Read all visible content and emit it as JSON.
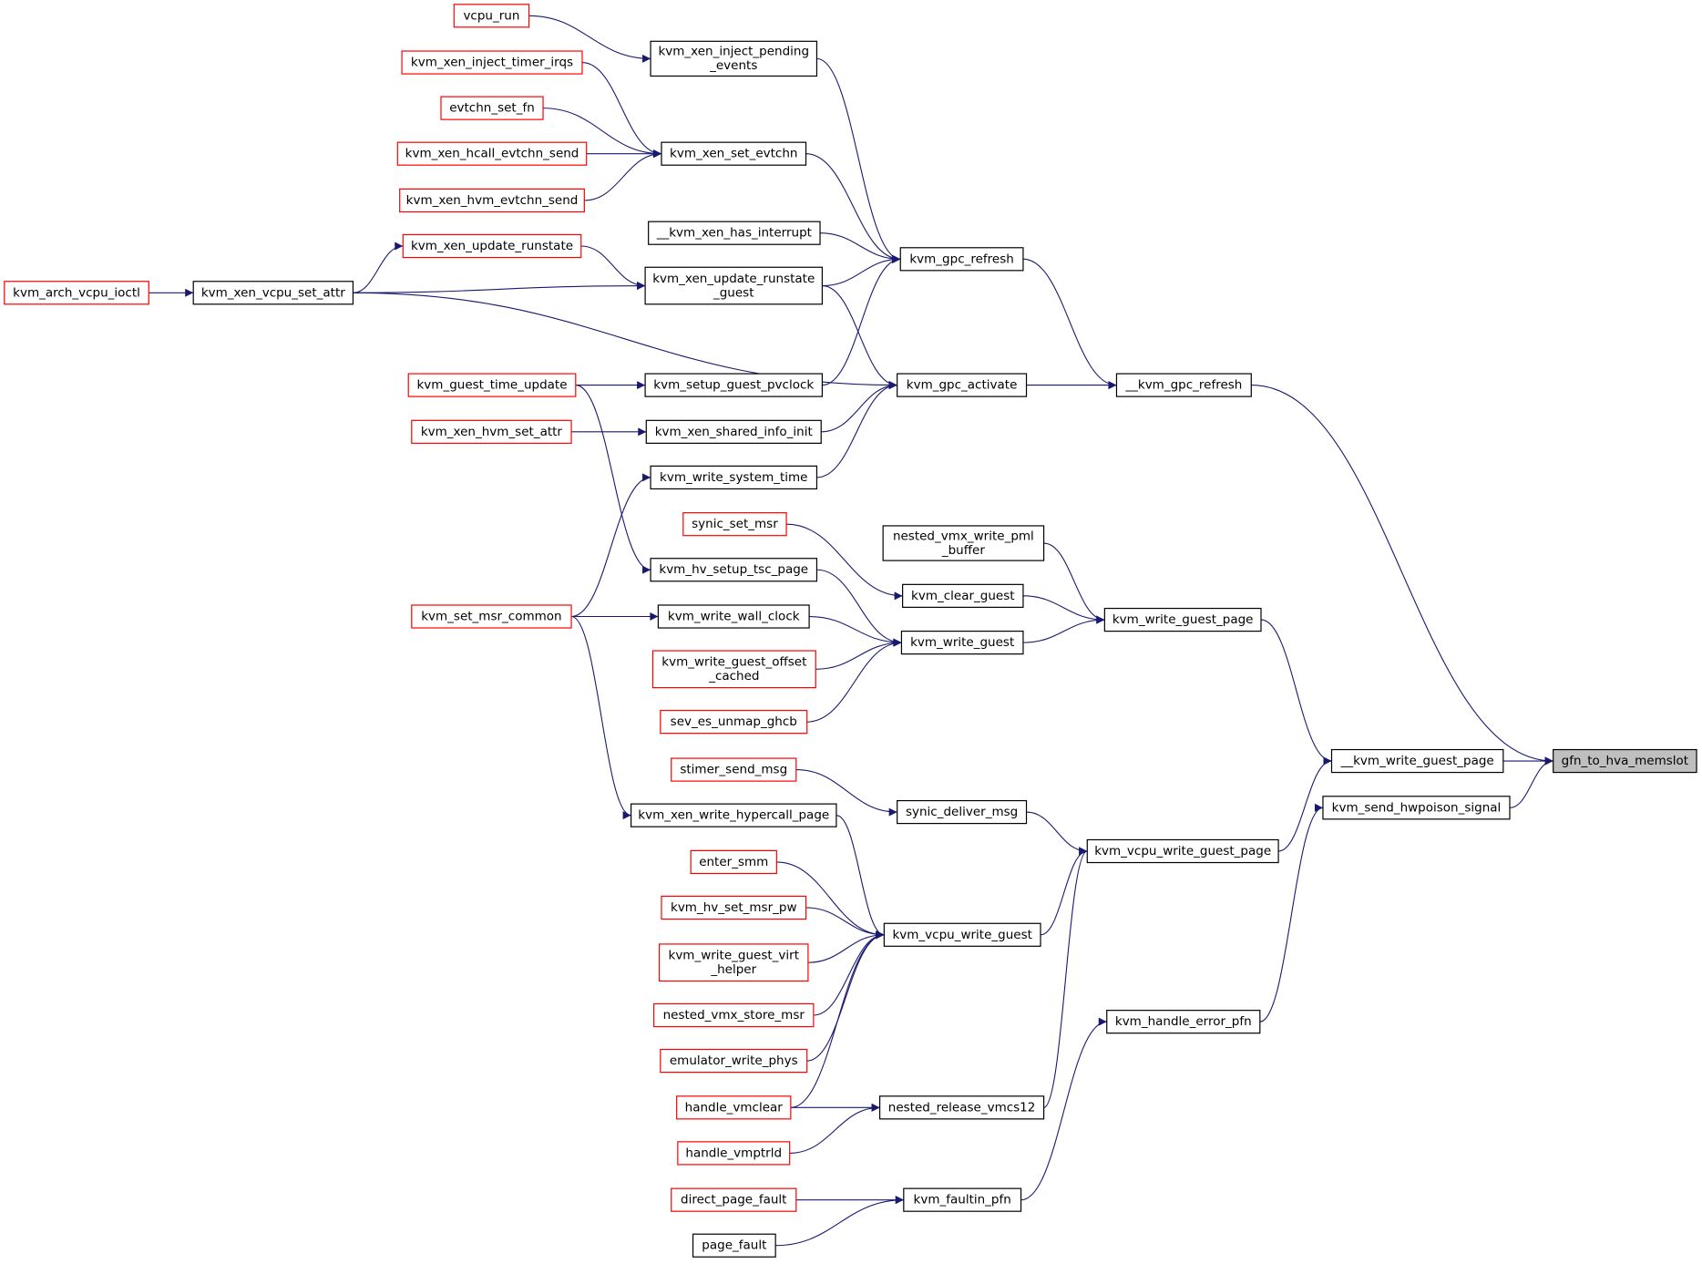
{
  "colors": {
    "edge": "#191970",
    "border_normal": "#000000",
    "border_truncated": "#ff0000",
    "root_fill": "#bfbfbf"
  },
  "nodes": {
    "gfn_to_hva_memslot": {
      "lines": [
        "gfn_to_hva_memslot"
      ],
      "style": "root"
    },
    "kvm_write_guest_page_": {
      "lines": [
        "__kvm_write_guest_page"
      ],
      "style": "black"
    },
    "kvm_send_hwpoison_signal": {
      "lines": [
        "kvm_send_hwpoison_signal"
      ],
      "style": "black"
    },
    "kvm_gpc_refresh_": {
      "lines": [
        "__kvm_gpc_refresh"
      ],
      "style": "black"
    },
    "kvm_gpc_activate": {
      "lines": [
        "kvm_gpc_activate"
      ],
      "style": "black"
    },
    "kvm_gpc_refresh": {
      "lines": [
        "kvm_gpc_refresh"
      ],
      "style": "black"
    },
    "kvm_xen_inject_pending_events": {
      "lines": [
        "kvm_xen_inject_pending",
        "_events"
      ],
      "style": "black"
    },
    "vcpu_run": {
      "lines": [
        "vcpu_run"
      ],
      "style": "red"
    },
    "kvm_xen_set_evtchn": {
      "lines": [
        "kvm_xen_set_evtchn"
      ],
      "style": "black"
    },
    "kvm_xen_inject_timer_irqs": {
      "lines": [
        "kvm_xen_inject_timer_irqs"
      ],
      "style": "red"
    },
    "evtchn_set_fn": {
      "lines": [
        "evtchn_set_fn"
      ],
      "style": "red"
    },
    "kvm_xen_hcall_evtchn_send": {
      "lines": [
        "kvm_xen_hcall_evtchn_send"
      ],
      "style": "red"
    },
    "kvm_xen_hvm_evtchn_send": {
      "lines": [
        "kvm_xen_hvm_evtchn_send"
      ],
      "style": "red"
    },
    "kvm_xen_has_interrupt": {
      "lines": [
        "__kvm_xen_has_interrupt"
      ],
      "style": "black"
    },
    "kvm_xen_update_runstate_guest": {
      "lines": [
        "kvm_xen_update_runstate",
        "_guest"
      ],
      "style": "black"
    },
    "kvm_xen_update_runstate": {
      "lines": [
        "kvm_xen_update_runstate"
      ],
      "style": "red"
    },
    "kvm_xen_vcpu_set_attr": {
      "lines": [
        "kvm_xen_vcpu_set_attr"
      ],
      "style": "black"
    },
    "kvm_arch_vcpu_ioctl": {
      "lines": [
        "kvm_arch_vcpu_ioctl"
      ],
      "style": "red"
    },
    "kvm_setup_guest_pvclock": {
      "lines": [
        "kvm_setup_guest_pvclock"
      ],
      "style": "black"
    },
    "kvm_guest_time_update": {
      "lines": [
        "kvm_guest_time_update"
      ],
      "style": "red"
    },
    "kvm_xen_shared_info_init": {
      "lines": [
        "kvm_xen_shared_info_init"
      ],
      "style": "black"
    },
    "kvm_xen_hvm_set_attr": {
      "lines": [
        "kvm_xen_hvm_set_attr"
      ],
      "style": "red"
    },
    "kvm_write_system_time": {
      "lines": [
        "kvm_write_system_time"
      ],
      "style": "black"
    },
    "kvm_set_msr_common": {
      "lines": [
        "kvm_set_msr_common"
      ],
      "style": "red"
    },
    "kvm_write_guest_page": {
      "lines": [
        "kvm_write_guest_page"
      ],
      "style": "black"
    },
    "nested_vmx_write_pml_buffer": {
      "lines": [
        "nested_vmx_write_pml",
        "_buffer"
      ],
      "style": "black"
    },
    "kvm_clear_guest": {
      "lines": [
        "kvm_clear_guest"
      ],
      "style": "black"
    },
    "synic_set_msr": {
      "lines": [
        "synic_set_msr"
      ],
      "style": "red"
    },
    "kvm_write_guest": {
      "lines": [
        "kvm_write_guest"
      ],
      "style": "black"
    },
    "kvm_hv_setup_tsc_page": {
      "lines": [
        "kvm_hv_setup_tsc_page"
      ],
      "style": "black"
    },
    "kvm_write_wall_clock": {
      "lines": [
        "kvm_write_wall_clock"
      ],
      "style": "black"
    },
    "kvm_write_guest_offset_cached": {
      "lines": [
        "kvm_write_guest_offset",
        "_cached"
      ],
      "style": "red"
    },
    "sev_es_unmap_ghcb": {
      "lines": [
        "sev_es_unmap_ghcb"
      ],
      "style": "red"
    },
    "kvm_vcpu_write_guest_page": {
      "lines": [
        "kvm_vcpu_write_guest_page"
      ],
      "style": "black"
    },
    "synic_deliver_msg": {
      "lines": [
        "synic_deliver_msg"
      ],
      "style": "black"
    },
    "stimer_send_msg": {
      "lines": [
        "stimer_send_msg"
      ],
      "style": "red"
    },
    "kvm_vcpu_write_guest": {
      "lines": [
        "kvm_vcpu_write_guest"
      ],
      "style": "black"
    },
    "kvm_xen_write_hypercall_page": {
      "lines": [
        "kvm_xen_write_hypercall_page"
      ],
      "style": "black"
    },
    "enter_smm": {
      "lines": [
        "enter_smm"
      ],
      "style": "red"
    },
    "kvm_hv_set_msr_pw": {
      "lines": [
        "kvm_hv_set_msr_pw"
      ],
      "style": "red"
    },
    "kvm_write_guest_virt_helper": {
      "lines": [
        "kvm_write_guest_virt",
        "_helper"
      ],
      "style": "red"
    },
    "nested_vmx_store_msr": {
      "lines": [
        "nested_vmx_store_msr"
      ],
      "style": "red"
    },
    "emulator_write_phys": {
      "lines": [
        "emulator_write_phys"
      ],
      "style": "red"
    },
    "handle_vmclear": {
      "lines": [
        "handle_vmclear"
      ],
      "style": "red"
    },
    "nested_release_vmcs12": {
      "lines": [
        "nested_release_vmcs12"
      ],
      "style": "black"
    },
    "handle_vmptrld": {
      "lines": [
        "handle_vmptrld"
      ],
      "style": "red"
    },
    "kvm_handle_error_pfn": {
      "lines": [
        "kvm_handle_error_pfn"
      ],
      "style": "black"
    },
    "kvm_faultin_pfn": {
      "lines": [
        "kvm_faultin_pfn"
      ],
      "style": "black"
    },
    "direct_page_fault": {
      "lines": [
        "direct_page_fault"
      ],
      "style": "red"
    },
    "page_fault": {
      "lines": [
        "page_fault"
      ],
      "style": "black"
    }
  },
  "edges": [
    [
      "kvm_write_guest_page_",
      "gfn_to_hva_memslot"
    ],
    [
      "kvm_send_hwpoison_signal",
      "gfn_to_hva_memslot"
    ],
    [
      "kvm_gpc_refresh_",
      "gfn_to_hva_memslot"
    ],
    [
      "kvm_gpc_activate",
      "kvm_gpc_refresh_"
    ],
    [
      "kvm_gpc_refresh",
      "kvm_gpc_refresh_"
    ],
    [
      "kvm_xen_inject_pending_events",
      "kvm_gpc_refresh"
    ],
    [
      "vcpu_run",
      "kvm_xen_inject_pending_events"
    ],
    [
      "kvm_xen_set_evtchn",
      "kvm_gpc_refresh"
    ],
    [
      "kvm_xen_inject_timer_irqs",
      "kvm_xen_set_evtchn"
    ],
    [
      "evtchn_set_fn",
      "kvm_xen_set_evtchn"
    ],
    [
      "kvm_xen_hcall_evtchn_send",
      "kvm_xen_set_evtchn"
    ],
    [
      "kvm_xen_hvm_evtchn_send",
      "kvm_xen_set_evtchn"
    ],
    [
      "kvm_xen_has_interrupt",
      "kvm_gpc_refresh"
    ],
    [
      "kvm_xen_update_runstate_guest",
      "kvm_gpc_refresh"
    ],
    [
      "kvm_xen_update_runstate",
      "kvm_xen_update_runstate_guest"
    ],
    [
      "kvm_xen_vcpu_set_attr",
      "kvm_xen_update_runstate"
    ],
    [
      "kvm_xen_vcpu_set_attr",
      "kvm_xen_update_runstate_guest"
    ],
    [
      "kvm_arch_vcpu_ioctl",
      "kvm_xen_vcpu_set_attr"
    ],
    [
      "kvm_setup_guest_pvclock",
      "kvm_gpc_refresh"
    ],
    [
      "kvm_xen_update_runstate_guest",
      "kvm_gpc_activate"
    ],
    [
      "kvm_xen_vcpu_set_attr",
      "kvm_gpc_activate"
    ],
    [
      "kvm_xen_shared_info_init",
      "kvm_gpc_activate"
    ],
    [
      "kvm_write_system_time",
      "kvm_gpc_activate"
    ],
    [
      "kvm_guest_time_update",
      "kvm_setup_guest_pvclock"
    ],
    [
      "kvm_xen_hvm_set_attr",
      "kvm_xen_shared_info_init"
    ],
    [
      "kvm_set_msr_common",
      "kvm_write_system_time"
    ],
    [
      "kvm_write_guest_page",
      "kvm_write_guest_page_"
    ],
    [
      "nested_vmx_write_pml_buffer",
      "kvm_write_guest_page"
    ],
    [
      "kvm_clear_guest",
      "kvm_write_guest_page"
    ],
    [
      "synic_set_msr",
      "kvm_clear_guest"
    ],
    [
      "kvm_write_guest",
      "kvm_write_guest_page"
    ],
    [
      "kvm_hv_setup_tsc_page",
      "kvm_write_guest"
    ],
    [
      "kvm_guest_time_update",
      "kvm_hv_setup_tsc_page"
    ],
    [
      "kvm_write_wall_clock",
      "kvm_write_guest"
    ],
    [
      "kvm_set_msr_common",
      "kvm_write_wall_clock"
    ],
    [
      "kvm_write_guest_offset_cached",
      "kvm_write_guest"
    ],
    [
      "sev_es_unmap_ghcb",
      "kvm_write_guest"
    ],
    [
      "kvm_vcpu_write_guest_page",
      "kvm_write_guest_page_"
    ],
    [
      "synic_deliver_msg",
      "kvm_vcpu_write_guest_page"
    ],
    [
      "stimer_send_msg",
      "synic_deliver_msg"
    ],
    [
      "kvm_vcpu_write_guest",
      "kvm_vcpu_write_guest_page"
    ],
    [
      "kvm_xen_write_hypercall_page",
      "kvm_vcpu_write_guest"
    ],
    [
      "kvm_set_msr_common",
      "kvm_xen_write_hypercall_page"
    ],
    [
      "enter_smm",
      "kvm_vcpu_write_guest"
    ],
    [
      "kvm_hv_set_msr_pw",
      "kvm_vcpu_write_guest"
    ],
    [
      "kvm_write_guest_virt_helper",
      "kvm_vcpu_write_guest"
    ],
    [
      "nested_vmx_store_msr",
      "kvm_vcpu_write_guest"
    ],
    [
      "emulator_write_phys",
      "kvm_vcpu_write_guest"
    ],
    [
      "handle_vmclear",
      "kvm_vcpu_write_guest"
    ],
    [
      "nested_release_vmcs12",
      "kvm_vcpu_write_guest_page"
    ],
    [
      "handle_vmclear",
      "nested_release_vmcs12"
    ],
    [
      "handle_vmptrld",
      "nested_release_vmcs12"
    ],
    [
      "kvm_handle_error_pfn",
      "kvm_send_hwpoison_signal"
    ],
    [
      "kvm_faultin_pfn",
      "kvm_handle_error_pfn"
    ],
    [
      "direct_page_fault",
      "kvm_faultin_pfn"
    ],
    [
      "page_fault",
      "kvm_faultin_pfn"
    ]
  ]
}
